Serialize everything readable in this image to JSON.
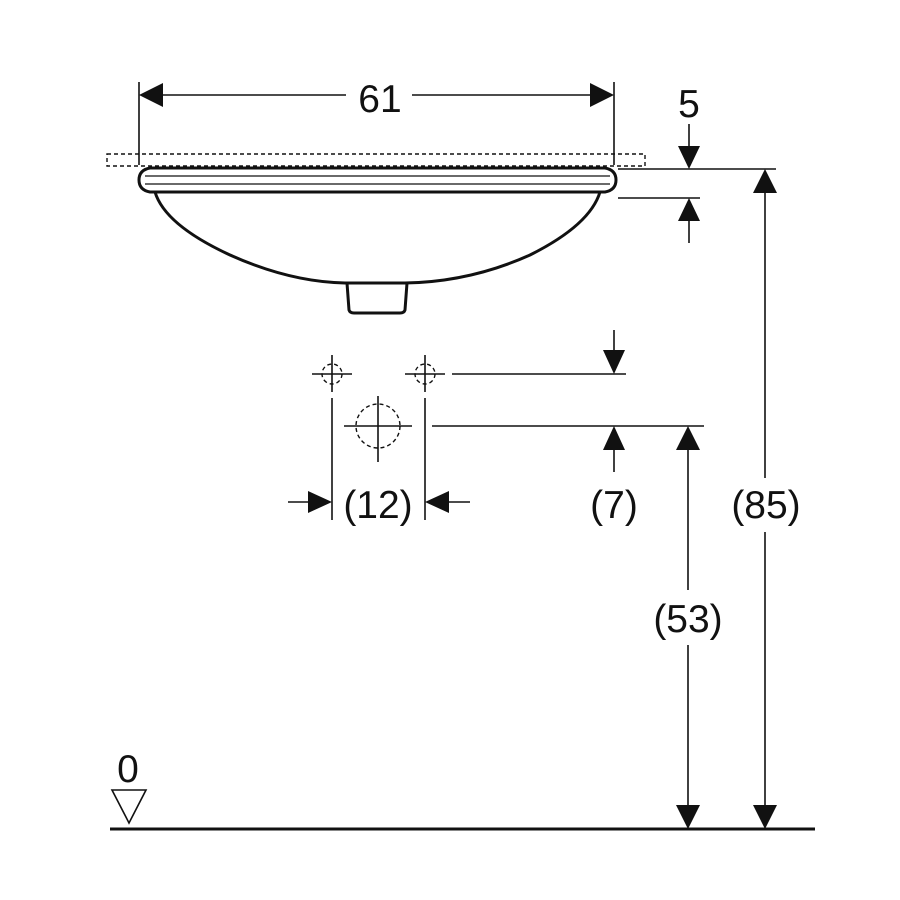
{
  "drawing": {
    "width_label": "61",
    "rim_label": "5",
    "overall_height_label": "(85)",
    "outlet_height_label": "(53)",
    "tap_offset_label": "(7)",
    "tap_spacing_label": "(12)",
    "floor_label": "0"
  }
}
